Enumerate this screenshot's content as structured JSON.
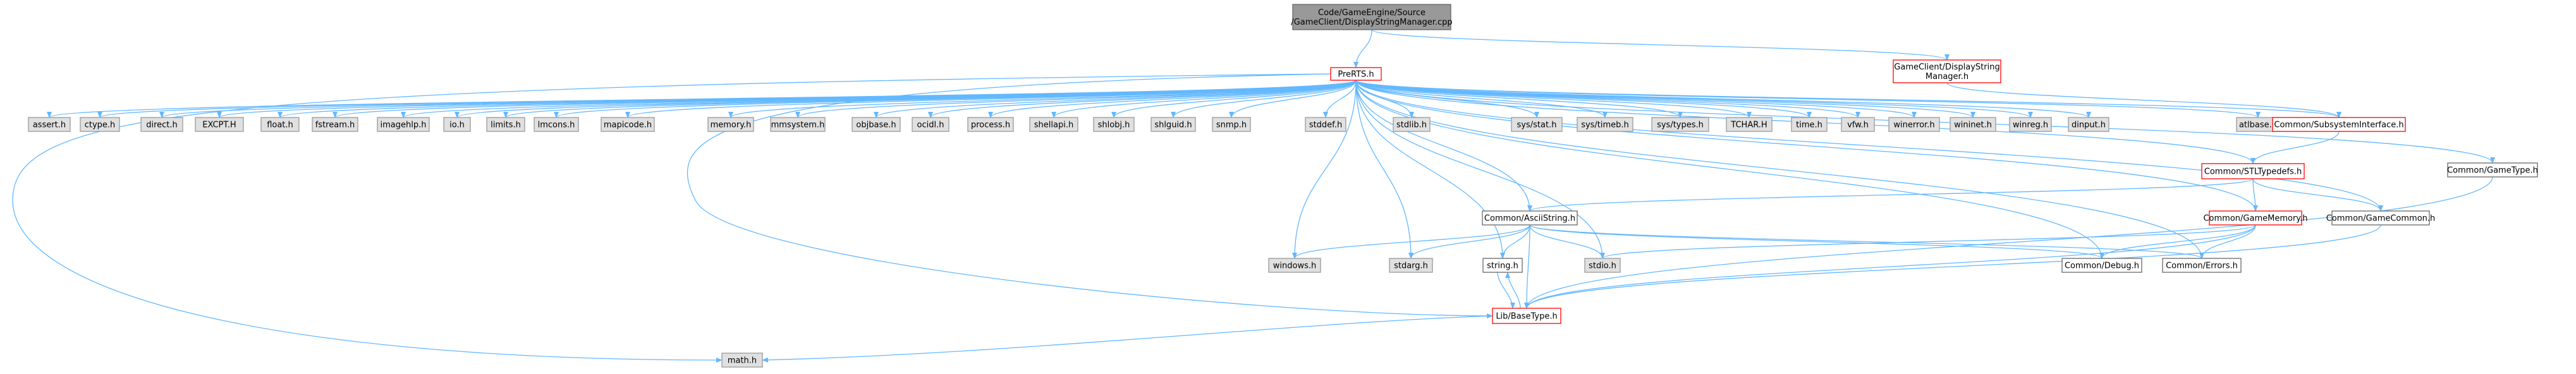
{
  "colors": {
    "root_fill": "#999999",
    "root_border": "#666666",
    "header_fill": "#e0e0e0",
    "header_border": "#999999",
    "internal_fill": "#ffffff",
    "internal_border": "#666666",
    "missing_border": "#ff0000",
    "edge": "#63b8ff",
    "background": "#ffffff"
  },
  "nodes": [
    {
      "id": "root",
      "kind": "root",
      "lines": [
        "Code/GameEngine/Source",
        "/GameClient/DisplayStringManager.cpp"
      ]
    },
    {
      "id": "prerts",
      "kind": "missing",
      "lines": [
        "PreRTS.h"
      ]
    },
    {
      "id": "dsm",
      "kind": "missing",
      "lines": [
        "GameClient/DisplayString",
        "Manager.h"
      ]
    },
    {
      "id": "assert",
      "kind": "header",
      "lines": [
        "assert.h"
      ]
    },
    {
      "id": "ctype",
      "kind": "header",
      "lines": [
        "ctype.h"
      ]
    },
    {
      "id": "direct",
      "kind": "header",
      "lines": [
        "direct.h"
      ]
    },
    {
      "id": "excpt",
      "kind": "header",
      "lines": [
        "EXCPT.H"
      ]
    },
    {
      "id": "float",
      "kind": "header",
      "lines": [
        "float.h"
      ]
    },
    {
      "id": "fstream",
      "kind": "header",
      "lines": [
        "fstream.h"
      ]
    },
    {
      "id": "imagehlp",
      "kind": "header",
      "lines": [
        "imagehlp.h"
      ]
    },
    {
      "id": "io",
      "kind": "header",
      "lines": [
        "io.h"
      ]
    },
    {
      "id": "limits",
      "kind": "header",
      "lines": [
        "limits.h"
      ]
    },
    {
      "id": "lmcons",
      "kind": "header",
      "lines": [
        "lmcons.h"
      ]
    },
    {
      "id": "mapicode",
      "kind": "header",
      "lines": [
        "mapicode.h"
      ]
    },
    {
      "id": "memory",
      "kind": "header",
      "lines": [
        "memory.h"
      ]
    },
    {
      "id": "mmsystem",
      "kind": "header",
      "lines": [
        "mmsystem.h"
      ]
    },
    {
      "id": "objbase",
      "kind": "header",
      "lines": [
        "objbase.h"
      ]
    },
    {
      "id": "ocidl",
      "kind": "header",
      "lines": [
        "ocidl.h"
      ]
    },
    {
      "id": "process",
      "kind": "header",
      "lines": [
        "process.h"
      ]
    },
    {
      "id": "shellapi",
      "kind": "header",
      "lines": [
        "shellapi.h"
      ]
    },
    {
      "id": "shlobj",
      "kind": "header",
      "lines": [
        "shlobj.h"
      ]
    },
    {
      "id": "shlguid",
      "kind": "header",
      "lines": [
        "shlguid.h"
      ]
    },
    {
      "id": "snmp",
      "kind": "header",
      "lines": [
        "snmp.h"
      ]
    },
    {
      "id": "stddef",
      "kind": "header",
      "lines": [
        "stddef.h"
      ]
    },
    {
      "id": "stdlib",
      "kind": "header",
      "lines": [
        "stdlib.h"
      ]
    },
    {
      "id": "sysstat",
      "kind": "header",
      "lines": [
        "sys/stat.h"
      ]
    },
    {
      "id": "systimeb",
      "kind": "header",
      "lines": [
        "sys/timeb.h"
      ]
    },
    {
      "id": "systypes",
      "kind": "header",
      "lines": [
        "sys/types.h"
      ]
    },
    {
      "id": "tchar",
      "kind": "header",
      "lines": [
        "TCHAR.H"
      ]
    },
    {
      "id": "time",
      "kind": "header",
      "lines": [
        "time.h"
      ]
    },
    {
      "id": "vfw",
      "kind": "header",
      "lines": [
        "vfw.h"
      ]
    },
    {
      "id": "winerror",
      "kind": "header",
      "lines": [
        "winerror.h"
      ]
    },
    {
      "id": "wininet",
      "kind": "header",
      "lines": [
        "wininet.h"
      ]
    },
    {
      "id": "winreg",
      "kind": "header",
      "lines": [
        "winreg.h"
      ]
    },
    {
      "id": "dinput",
      "kind": "header",
      "lines": [
        "dinput.h"
      ]
    },
    {
      "id": "atlbase",
      "kind": "header",
      "lines": [
        "atlbase.h"
      ]
    },
    {
      "id": "subsys",
      "kind": "missing",
      "lines": [
        "Common/SubsystemInterface.h"
      ]
    },
    {
      "id": "gametype",
      "kind": "internal",
      "lines": [
        "Common/GameType.h"
      ]
    },
    {
      "id": "stltypedefs",
      "kind": "missing",
      "lines": [
        "Common/STLTypedefs.h"
      ]
    },
    {
      "id": "asciistring",
      "kind": "internal",
      "lines": [
        "Common/AsciiString.h"
      ]
    },
    {
      "id": "gamememory",
      "kind": "missing",
      "lines": [
        "Common/GameMemory.h"
      ]
    },
    {
      "id": "gamecommon",
      "kind": "internal",
      "lines": [
        "Common/GameCommon.h"
      ]
    },
    {
      "id": "windows",
      "kind": "header",
      "lines": [
        "windows.h"
      ]
    },
    {
      "id": "stdarg",
      "kind": "header",
      "lines": [
        "stdarg.h"
      ]
    },
    {
      "id": "string",
      "kind": "internal",
      "lines": [
        "string.h"
      ]
    },
    {
      "id": "stdio",
      "kind": "header",
      "lines": [
        "stdio.h"
      ]
    },
    {
      "id": "debug",
      "kind": "internal",
      "lines": [
        "Common/Debug.h"
      ]
    },
    {
      "id": "errors",
      "kind": "internal",
      "lines": [
        "Common/Errors.h"
      ]
    },
    {
      "id": "basetype",
      "kind": "missing",
      "lines": [
        "Lib/BaseType.h"
      ]
    },
    {
      "id": "math",
      "kind": "header",
      "lines": [
        "math.h"
      ]
    }
  ],
  "edges": [
    [
      "root",
      "prerts"
    ],
    [
      "root",
      "dsm"
    ],
    [
      "prerts",
      "assert"
    ],
    [
      "prerts",
      "ctype"
    ],
    [
      "prerts",
      "direct"
    ],
    [
      "prerts",
      "excpt"
    ],
    [
      "prerts",
      "float"
    ],
    [
      "prerts",
      "fstream"
    ],
    [
      "prerts",
      "imagehlp"
    ],
    [
      "prerts",
      "io"
    ],
    [
      "prerts",
      "limits"
    ],
    [
      "prerts",
      "lmcons"
    ],
    [
      "prerts",
      "mapicode"
    ],
    [
      "prerts",
      "memory"
    ],
    [
      "prerts",
      "mmsystem"
    ],
    [
      "prerts",
      "objbase"
    ],
    [
      "prerts",
      "ocidl"
    ],
    [
      "prerts",
      "process"
    ],
    [
      "prerts",
      "shellapi"
    ],
    [
      "prerts",
      "shlobj"
    ],
    [
      "prerts",
      "shlguid"
    ],
    [
      "prerts",
      "snmp"
    ],
    [
      "prerts",
      "stddef"
    ],
    [
      "prerts",
      "stdlib"
    ],
    [
      "prerts",
      "sysstat"
    ],
    [
      "prerts",
      "systimeb"
    ],
    [
      "prerts",
      "systypes"
    ],
    [
      "prerts",
      "tchar"
    ],
    [
      "prerts",
      "time"
    ],
    [
      "prerts",
      "vfw"
    ],
    [
      "prerts",
      "winerror"
    ],
    [
      "prerts",
      "wininet"
    ],
    [
      "prerts",
      "winreg"
    ],
    [
      "prerts",
      "dinput"
    ],
    [
      "prerts",
      "atlbase"
    ],
    [
      "prerts",
      "subsys"
    ],
    [
      "prerts",
      "gametype"
    ],
    [
      "prerts",
      "stltypedefs"
    ],
    [
      "prerts",
      "asciistring"
    ],
    [
      "prerts",
      "gamememory"
    ],
    [
      "prerts",
      "gamecommon"
    ],
    [
      "prerts",
      "windows"
    ],
    [
      "prerts",
      "stdarg"
    ],
    [
      "prerts",
      "string"
    ],
    [
      "prerts",
      "stdio"
    ],
    [
      "prerts",
      "debug"
    ],
    [
      "prerts",
      "errors"
    ],
    [
      "prerts",
      "basetype"
    ],
    [
      "prerts",
      "math"
    ],
    [
      "dsm",
      "subsys"
    ],
    [
      "subsys",
      "stltypedefs"
    ],
    [
      "stltypedefs",
      "asciistring"
    ],
    [
      "stltypedefs",
      "gamememory"
    ],
    [
      "stltypedefs",
      "gamecommon"
    ],
    [
      "asciistring",
      "windows"
    ],
    [
      "asciistring",
      "stdarg"
    ],
    [
      "asciistring",
      "string"
    ],
    [
      "asciistring",
      "stdio"
    ],
    [
      "asciistring",
      "debug"
    ],
    [
      "asciistring",
      "errors"
    ],
    [
      "asciistring",
      "basetype"
    ],
    [
      "gamememory",
      "stdio"
    ],
    [
      "gamememory",
      "debug"
    ],
    [
      "gamememory",
      "errors"
    ],
    [
      "gamememory",
      "basetype"
    ],
    [
      "gamecommon",
      "basetype"
    ],
    [
      "gametype",
      "basetype"
    ],
    [
      "string",
      "basetype"
    ],
    [
      "basetype",
      "string"
    ],
    [
      "basetype",
      "math"
    ]
  ]
}
